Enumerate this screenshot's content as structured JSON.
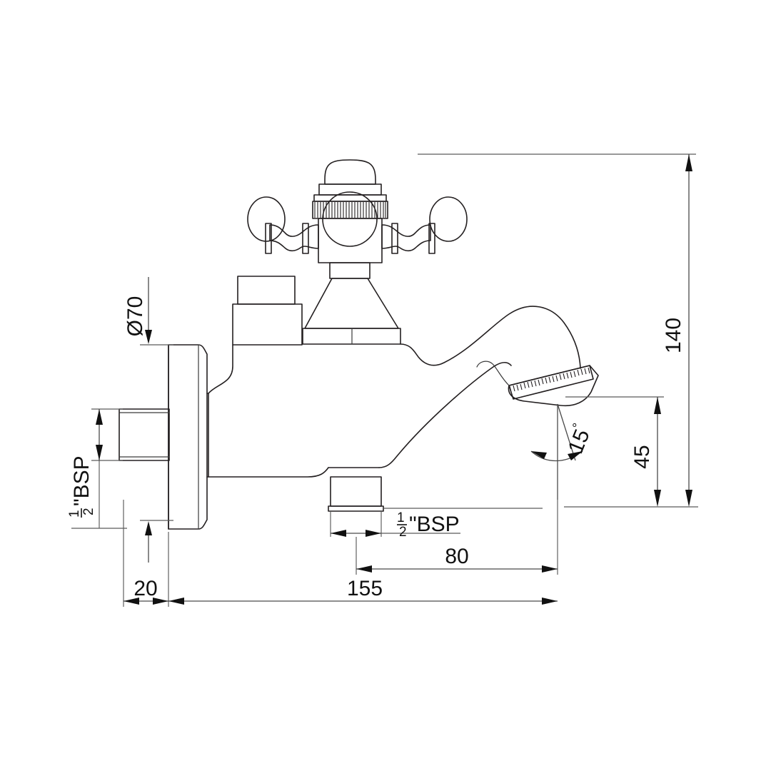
{
  "document": {
    "type": "technical-drawing",
    "subject": "wall-mounted bath/basin pillar tap with cross handle",
    "projection": "side elevation",
    "units": "mm",
    "background_color": "#ffffff",
    "line_color": "#231f20",
    "dimension_color": "#4a4a4a"
  },
  "dimensions": {
    "flange_diameter": {
      "label": "Ø70",
      "value": 70,
      "symbol": "Ø",
      "orientation": "vertical-text",
      "description": "wall flange diameter"
    },
    "inlet_thread": {
      "label": "½\"BSP",
      "fraction_numerator": "1",
      "fraction_denominator": "2",
      "suffix": "\"BSP",
      "orientation": "vertical-text",
      "description": "inlet connection thread size"
    },
    "outlet_thread": {
      "label": "½\"BSP",
      "fraction_numerator": "1",
      "fraction_denominator": "2",
      "suffix": "\"BSP",
      "orientation": "horizontal-text",
      "description": "bottom outlet connection thread size"
    },
    "overall_height": {
      "label": "140",
      "value": 140,
      "orientation": "vertical-text",
      "description": "overall height from base datum to top of handle"
    },
    "spout_height": {
      "label": "45",
      "value": 45,
      "orientation": "vertical-text",
      "description": "spout outlet height above base datum"
    },
    "spout_angle": {
      "label": "15",
      "value": 15,
      "unit_symbol": "°",
      "display": "15°",
      "orientation": "vertical-text",
      "description": "outlet aerator inclination angle"
    },
    "flange_projection": {
      "label": "20",
      "value": 20,
      "orientation": "horizontal-text",
      "description": "wall flange thickness / projection"
    },
    "spout_reach": {
      "label": "80",
      "value": 80,
      "orientation": "horizontal-text",
      "description": "distance from outlet centre to spout tip"
    },
    "overall_reach": {
      "label": "155",
      "value": 155,
      "orientation": "horizontal-text",
      "description": "overall projection from wall face"
    }
  },
  "dimension_list": [
    "Ø70",
    "½\"BSP",
    "½\"BSP",
    "140",
    "45",
    "15°",
    "20",
    "80",
    "155"
  ]
}
